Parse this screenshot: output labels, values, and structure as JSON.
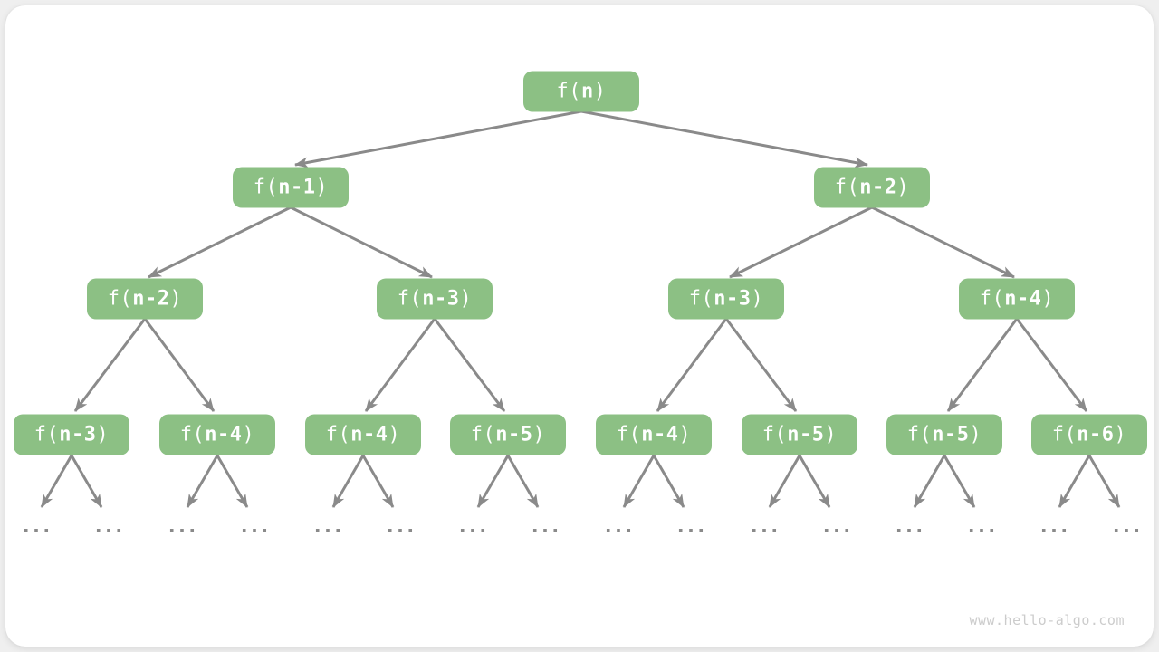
{
  "figure": {
    "watermark": "www.hello-algo.com",
    "ellipsis": "...",
    "colors": {
      "node_green": "#8CC084",
      "node_text": "#FFFFFF",
      "arrow_gray": "#8A8A8A",
      "watermark_gray": "#CCCCCC",
      "card_bg": "#FFFFFF",
      "page_bg": "#EFEFEF"
    },
    "tree": {
      "nodes": [
        {
          "label": "f(n)",
          "prefix": "f(",
          "param": "n",
          "suffix": ")",
          "level": 0,
          "parent": null
        },
        {
          "label": "f(n-1)",
          "prefix": "f(",
          "param": "n-1",
          "suffix": ")",
          "level": 1,
          "parent": 0
        },
        {
          "label": "f(n-2)",
          "prefix": "f(",
          "param": "n-2",
          "suffix": ")",
          "level": 1,
          "parent": 0
        },
        {
          "label": "f(n-2)",
          "prefix": "f(",
          "param": "n-2",
          "suffix": ")",
          "level": 2,
          "parent": 1
        },
        {
          "label": "f(n-3)",
          "prefix": "f(",
          "param": "n-3",
          "suffix": ")",
          "level": 2,
          "parent": 1
        },
        {
          "label": "f(n-3)",
          "prefix": "f(",
          "param": "n-3",
          "suffix": ")",
          "level": 2,
          "parent": 2
        },
        {
          "label": "f(n-4)",
          "prefix": "f(",
          "param": "n-4",
          "suffix": ")",
          "level": 2,
          "parent": 2
        },
        {
          "label": "f(n-3)",
          "prefix": "f(",
          "param": "n-3",
          "suffix": ")",
          "level": 3,
          "parent": 3
        },
        {
          "label": "f(n-4)",
          "prefix": "f(",
          "param": "n-4",
          "suffix": ")",
          "level": 3,
          "parent": 3
        },
        {
          "label": "f(n-4)",
          "prefix": "f(",
          "param": "n-4",
          "suffix": ")",
          "level": 3,
          "parent": 4
        },
        {
          "label": "f(n-5)",
          "prefix": "f(",
          "param": "n-5",
          "suffix": ")",
          "level": 3,
          "parent": 4
        },
        {
          "label": "f(n-4)",
          "prefix": "f(",
          "param": "n-4",
          "suffix": ")",
          "level": 3,
          "parent": 5
        },
        {
          "label": "f(n-5)",
          "prefix": "f(",
          "param": "n-5",
          "suffix": ")",
          "level": 3,
          "parent": 5
        },
        {
          "label": "f(n-5)",
          "prefix": "f(",
          "param": "n-5",
          "suffix": ")",
          "level": 3,
          "parent": 6
        },
        {
          "label": "f(n-6)",
          "prefix": "f(",
          "param": "n-6",
          "suffix": ")",
          "level": 3,
          "parent": 6
        }
      ],
      "leaf_children_per_level4_node": 2
    }
  }
}
